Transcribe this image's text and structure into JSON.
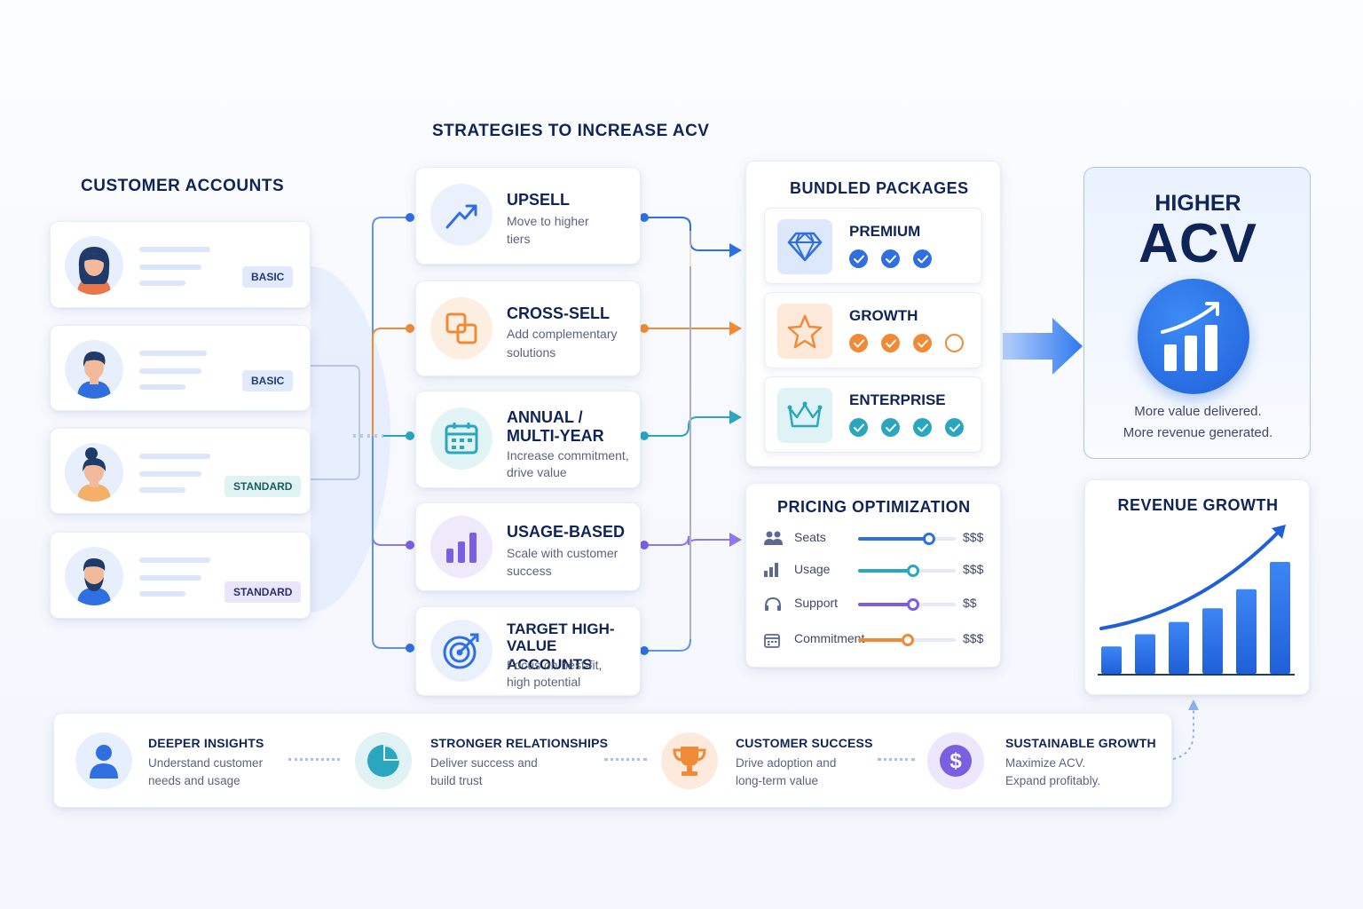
{
  "headers": {
    "customer_accounts": "CUSTOMER ACCOUNTS",
    "strategies": "STRATEGIES TO INCREASE ACV",
    "bundled_packages": "BUNDLED PACKAGES",
    "pricing_optimization": "PRICING OPTIMIZATION",
    "revenue_growth": "REVENUE GROWTH"
  },
  "accounts": [
    {
      "tier": "BASIC"
    },
    {
      "tier": "BASIC"
    },
    {
      "tier": "STANDARD"
    },
    {
      "tier": "STANDARD"
    }
  ],
  "strategies": [
    {
      "title": "UPSELL",
      "desc1": "Move to higher",
      "desc2": "tiers",
      "icon": "trend-arrow-icon",
      "color": "#2f6fe0"
    },
    {
      "title": "CROSS-SELL",
      "desc1": "Add complementary",
      "desc2": "solutions",
      "icon": "overlap-squares-icon",
      "color": "#f08a36"
    },
    {
      "title1": "ANNUAL /",
      "title2": "MULTI-YEAR",
      "desc1": "Increase commitment,",
      "desc2": "drive value",
      "icon": "calendar-icon",
      "color": "#2aa6be"
    },
    {
      "title": "USAGE-BASED",
      "desc1": "Scale with customer",
      "desc2": "success",
      "icon": "bar-chart-icon",
      "color": "#7a5fe0"
    },
    {
      "title1": "TARGET HIGH-",
      "title2": "VALUE ACCOUNTS",
      "desc1": "Focus on best-fit,",
      "desc2": "high potential",
      "icon": "target-icon",
      "color": "#2f6fe0"
    }
  ],
  "packages": [
    {
      "name": "PREMIUM",
      "checks": 3,
      "total": 3,
      "color": "#2f6fe0",
      "icon": "diamond-icon"
    },
    {
      "name": "GROWTH",
      "checks": 3,
      "total": 4,
      "color": "#f08a36",
      "icon": "star-icon"
    },
    {
      "name": "ENTERPRISE",
      "checks": 4,
      "total": 4,
      "color": "#2aa6be",
      "icon": "crown-icon"
    }
  ],
  "pricing": [
    {
      "label": "Seats",
      "value": "$$$",
      "level": 0.73,
      "color": "#2f6fe0",
      "icon": "people-icon"
    },
    {
      "label": "Usage",
      "value": "$$$",
      "level": 0.56,
      "color": "#2aa6be",
      "icon": "bars-icon"
    },
    {
      "label": "Support",
      "value": "$$",
      "level": 0.56,
      "color": "#7a5fe0",
      "icon": "headset-icon"
    },
    {
      "label": "Commitment",
      "value": "$$$",
      "level": 0.51,
      "color": "#f08a36",
      "icon": "calendar-icon"
    }
  ],
  "higher_acv": {
    "line1": "HIGHER",
    "line2": "ACV",
    "caption1": "More value delivered.",
    "caption2": "More revenue generated."
  },
  "revenue_chart": {
    "bars": [
      1,
      1.45,
      1.9,
      2.4,
      3.1,
      4.1
    ]
  },
  "benefits": [
    {
      "title": "DEEPER INSIGHTS",
      "desc1": "Understand customer",
      "desc2": "needs and usage",
      "icon": "person-icon",
      "color": "#2f6fe0"
    },
    {
      "title": "STRONGER RELATIONSHIPS",
      "desc1": "Deliver success and",
      "desc2": "build trust",
      "icon": "pie-chart-icon",
      "color": "#2aa6be"
    },
    {
      "title": "CUSTOMER SUCCESS",
      "desc1": "Drive adoption and",
      "desc2": "long-term value",
      "icon": "trophy-icon",
      "color": "#f08a36"
    },
    {
      "title": "SUSTAINABLE GROWTH",
      "desc1": "Maximize ACV.",
      "desc2": "Expand profitably.",
      "icon": "dollar-icon",
      "color": "#7a5fe0"
    }
  ]
}
